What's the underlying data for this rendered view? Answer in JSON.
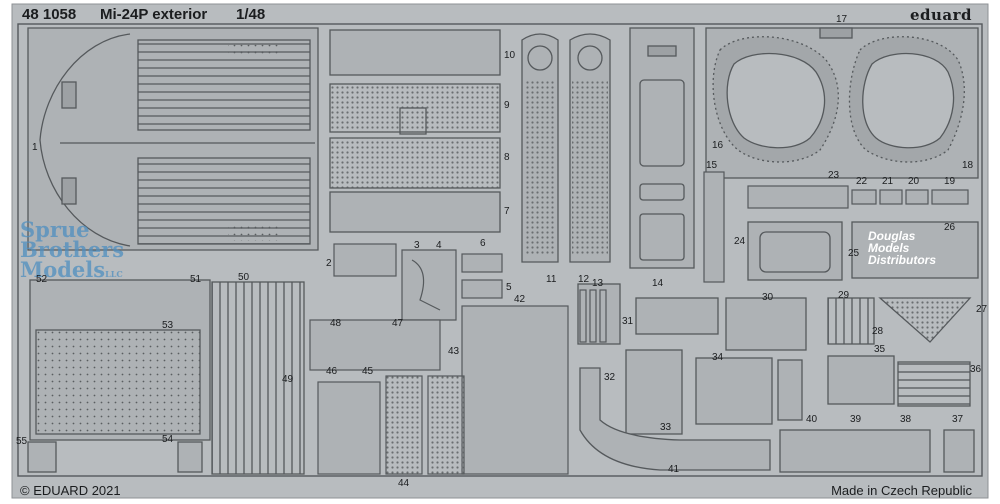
{
  "header": {
    "code": "48 1058",
    "title": "Mi-24P exterior",
    "scale": "1/48",
    "brand": "eduard"
  },
  "footer": {
    "copyright": "© EDUARD 2021",
    "origin": "Made in Czech Republic"
  },
  "watermarks": {
    "sbm": [
      "Sprue",
      "Brothers",
      "Models"
    ],
    "sbm_suffix": "LLC",
    "dmd": [
      "Douglas",
      "Models",
      "Distributors"
    ]
  },
  "part_numbers": [
    "1",
    "2",
    "3",
    "4",
    "5",
    "6",
    "7",
    "8",
    "9",
    "10",
    "11",
    "12",
    "13",
    "14",
    "15",
    "16",
    "17",
    "18",
    "19",
    "20",
    "21",
    "22",
    "23",
    "24",
    "25",
    "26",
    "27",
    "28",
    "29",
    "30",
    "31",
    "32",
    "33",
    "34",
    "35",
    "36",
    "37",
    "38",
    "39",
    "40",
    "41",
    "42",
    "43",
    "44",
    "45",
    "46",
    "47",
    "48",
    "49",
    "50",
    "51",
    "52",
    "53",
    "54",
    "55"
  ],
  "colors": {
    "fret_background": "#ffffff",
    "metal": "#b8bcbf",
    "etch_line": "#55595c",
    "watermark_blue": "#4f8fc0"
  }
}
